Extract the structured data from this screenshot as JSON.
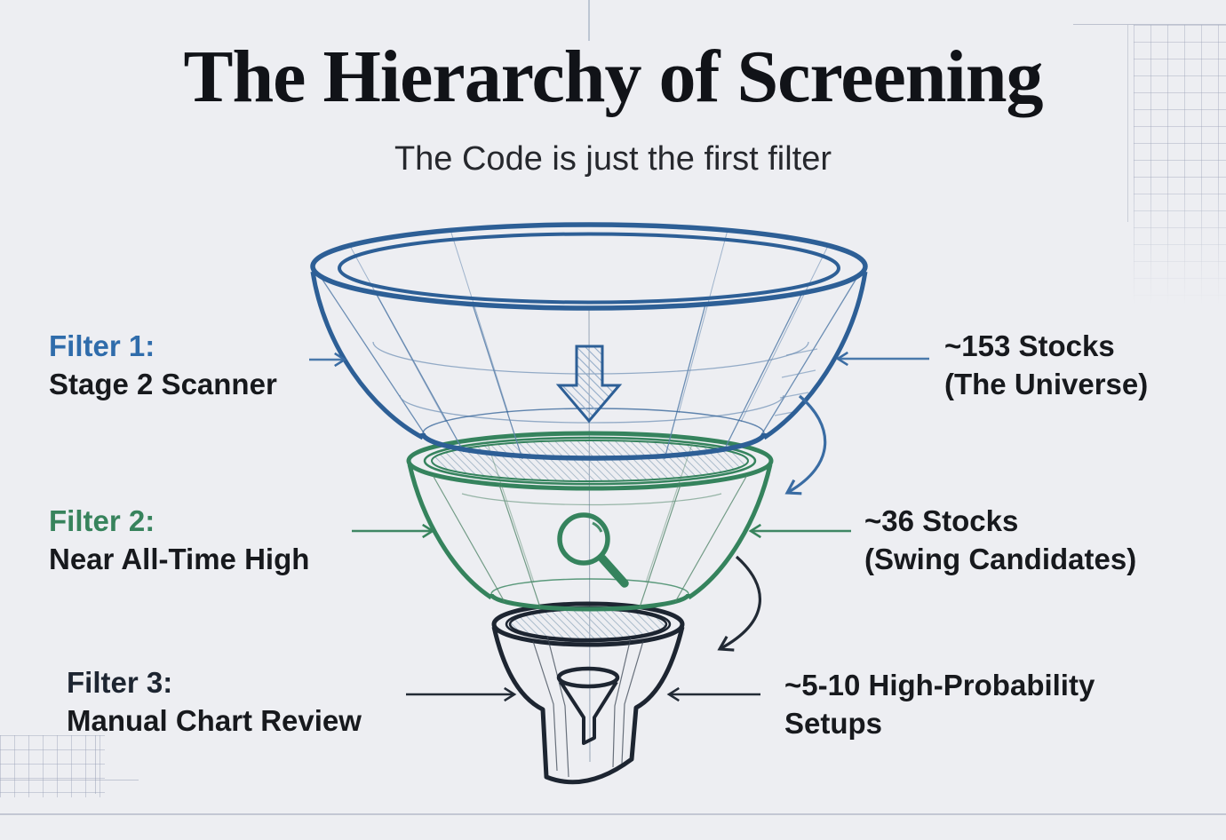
{
  "title": "The Hierarchy of Screening",
  "subtitle": "The Code is just the first filter",
  "colors": {
    "background": "#edeef2",
    "blue": "#2f6cab",
    "green": "#37835c",
    "dark": "#1d2531",
    "text": "#17191d",
    "grid_line": "#9aa0b4",
    "bottom_rule": "#c3c7d3"
  },
  "filters": [
    {
      "label": "Filter 1:",
      "name": "Stage 2 Scanner",
      "result_line1": "~153 Stocks",
      "result_line2": "(The Universe)",
      "color": "#2f6cab",
      "funnel_stroke": "#2d5f96",
      "icon": "down-arrow-icon"
    },
    {
      "label": "Filter 2:",
      "name": "Near All-Time High",
      "result_line1": "~36 Stocks",
      "result_line2": "(Swing Candidates)",
      "color": "#37835c",
      "funnel_stroke": "#35835d",
      "icon": "magnifier-icon"
    },
    {
      "label": "Filter 3:",
      "name": "Manual Chart Review",
      "result_line1": "~5-10 High-Probability",
      "result_line2": "Setups",
      "color": "#1d2531",
      "funnel_stroke": "#1d2531",
      "icon": "mini-funnel-icon"
    }
  ]
}
